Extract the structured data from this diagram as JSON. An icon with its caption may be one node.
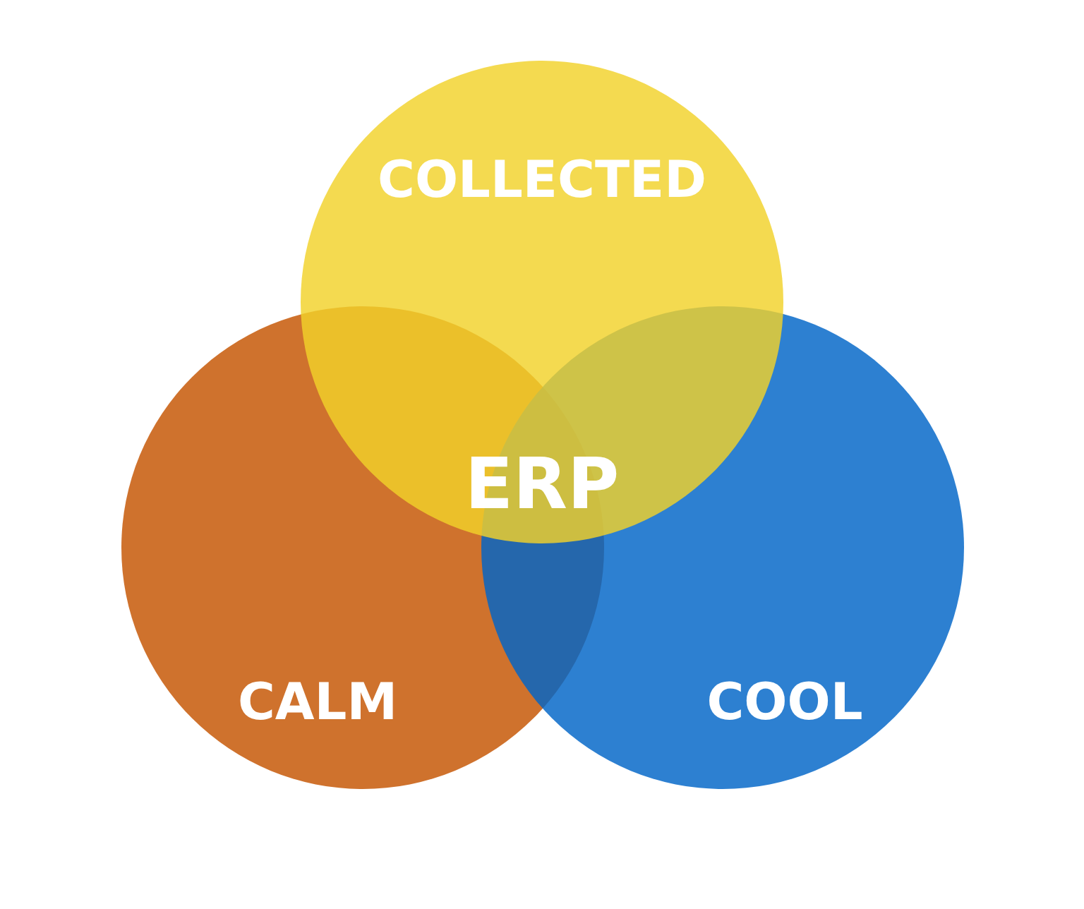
{
  "diagram": {
    "nodes": [
      {
        "text": [
          "COLLECTED"
        ]
      },
      {
        "text": [
          "CALM"
        ]
      },
      {
        "text": [
          "COOL"
        ]
      }
    ],
    "labels": [
      "ERP"
    ]
  }
}
